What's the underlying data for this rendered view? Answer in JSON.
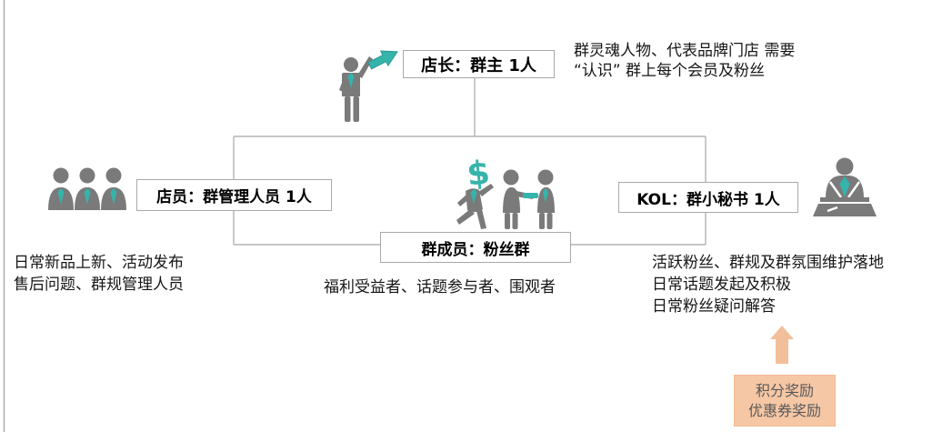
{
  "diagram": {
    "nodes": {
      "owner": {
        "label": "店长：群主 1人"
      },
      "staff": {
        "label": "店员：群管理人员 1人"
      },
      "kol": {
        "label": "KOL：群小秘书 1人"
      },
      "members": {
        "label": "群成员：粉丝群"
      }
    },
    "notes": {
      "owner": {
        "lines": [
          "群灵魂人物、代表品牌门店 需要",
          "“认识” 群上每个会员及粉丝"
        ]
      },
      "staff": {
        "lines": [
          "日常新品上新、活动发布",
          "售后问题、群规管理人员"
        ]
      },
      "members": {
        "lines": [
          "福利受益者、话题参与者、围观者"
        ]
      },
      "kol": {
        "lines": [
          "活跃粉丝、群规及群氛围维护落地",
          "日常话题发起及积极",
          "日常粉丝疑问解答"
        ]
      }
    },
    "reward": {
      "lines": [
        "积分奖励",
        "优惠券奖励"
      ]
    },
    "icons": {
      "top": "person-waving-icon",
      "top_arrow": "teal-arrow-icon",
      "left": "people-group-icon",
      "center": "dollar-handshake-people-icon",
      "right": "podium-person-icon",
      "bottom_right": "up-arrow-icon"
    },
    "colors": {
      "teal": "#35b4ab",
      "figure_gray": "#7a7a7a",
      "connector_gray": "#b3b3b3",
      "box_border": "#a9a9a9",
      "peach_arrow": "#f2bf9b",
      "peach_fill": "#f6c7a5",
      "reward_text": "#595959"
    }
  }
}
